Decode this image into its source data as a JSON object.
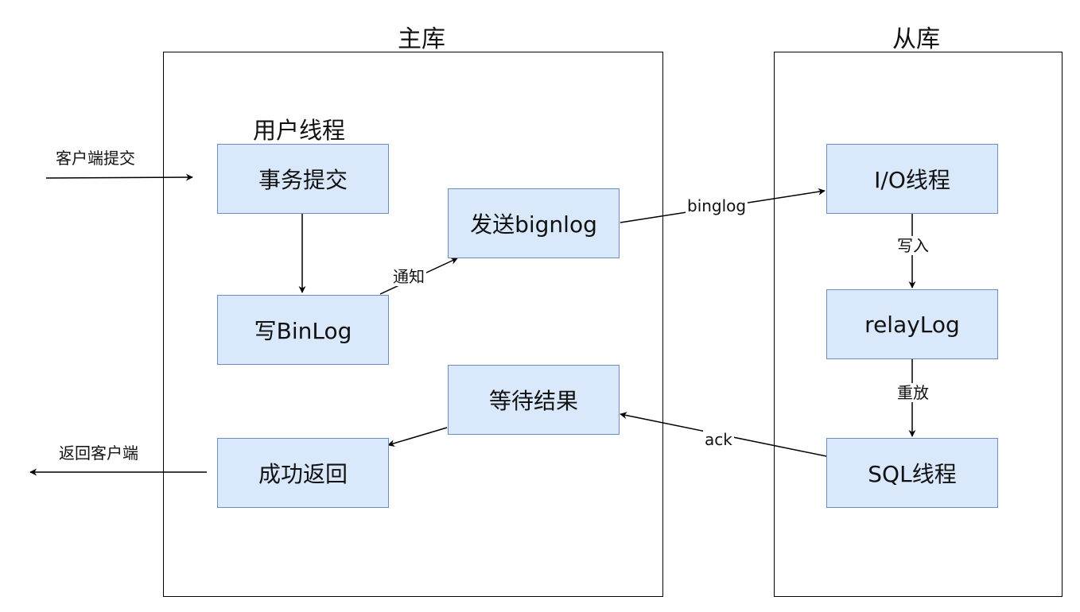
{
  "containers": {
    "master": {
      "title": "主库"
    },
    "slave": {
      "title": "从库"
    }
  },
  "group_label": "用户线程",
  "nodes": {
    "commit": "事务提交",
    "write_binlog": "写BinLog",
    "send_binlog": "发送bignlog",
    "wait_result": "等待结果",
    "return_success": "成功返回",
    "io_thread": "I/O线程",
    "relay_log": "relayLog",
    "sql_thread": "SQL线程"
  },
  "edges": {
    "client_commit": "客户端提交",
    "notify": "通知",
    "binlog": "binglog",
    "write_in": "写入",
    "replay": "重放",
    "ack": "ack",
    "return_client": "返回客户端"
  }
}
